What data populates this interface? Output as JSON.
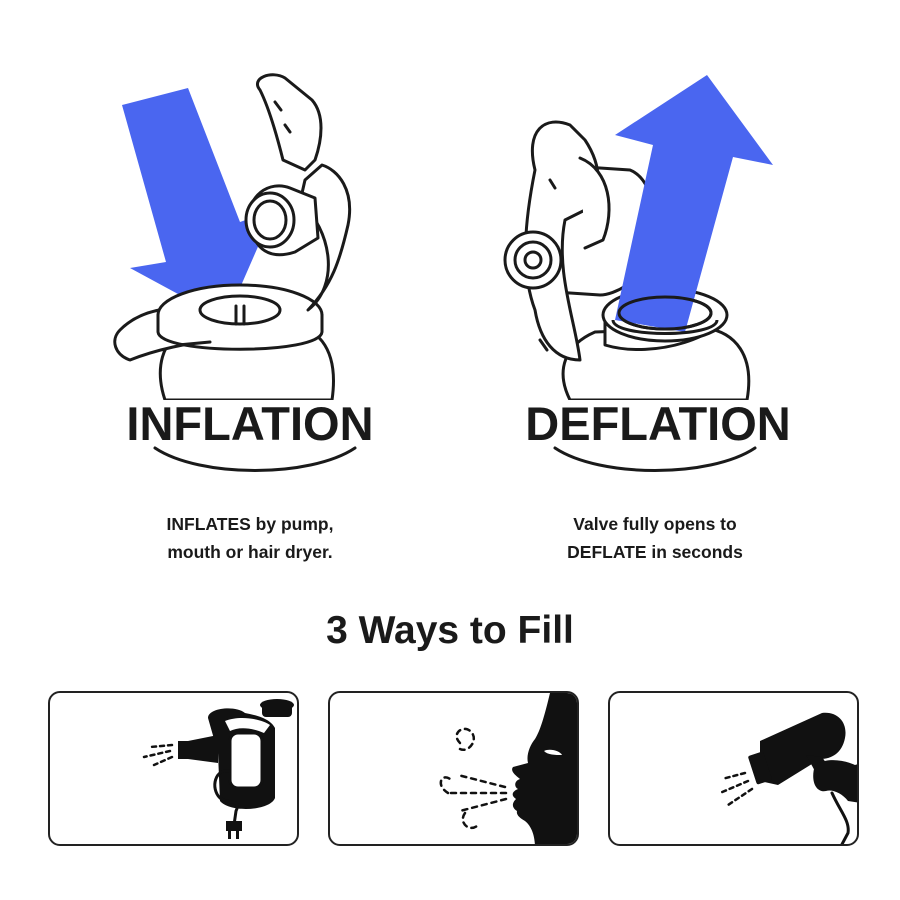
{
  "inflation": {
    "heading": "INFLATION",
    "caption": [
      "INFLATES by pump,",
      "mouth or hair dryer."
    ],
    "arrow_icon": "down-arrow-icon"
  },
  "deflation": {
    "heading": "DEFLATION",
    "caption": [
      "Valve fully opens to",
      "DEFLATE in seconds"
    ],
    "arrow_icon": "up-arrow-icon"
  },
  "fill_section": {
    "title": "3 Ways to Fill",
    "methods": [
      {
        "id": "electric-pump",
        "icon": "electric-pump-icon"
      },
      {
        "id": "mouth",
        "icon": "mouth-blowing-icon"
      },
      {
        "id": "hair-dryer",
        "icon": "hair-dryer-icon"
      }
    ]
  },
  "colors": {
    "arrow": "#4a66f0",
    "ink": "#1a1a1a",
    "background": "#ffffff"
  }
}
